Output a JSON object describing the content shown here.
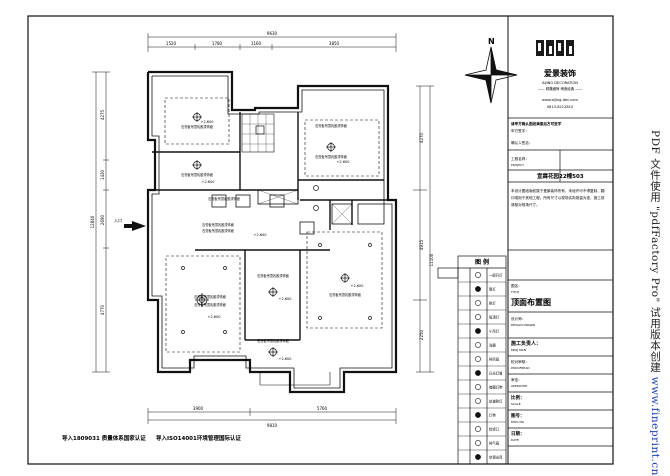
{
  "company": {
    "name_cn": "爱景装饰",
    "name_en": "AIJING DECORATION",
    "slogan": "—— 精雕细琢 缔造经典 ——",
    "website": "www.aijing-dec.com",
    "phone": "0813-8212810"
  },
  "title_block": {
    "notice": "请甲方确认图纸满意后方可签字",
    "client_sign_label": "甲方签字：",
    "client_confirm_label": "确认人签名：",
    "project_label": "工程名称：",
    "project_label_en": "PROJECT",
    "project_name": "宣霖花园22幢503",
    "note_text": "本设计图纸版权属于爱景装饰所有，未经许可不得复制、翻印或用于其他工程。所有尺寸以现场实际测量为准，施工前请核对现场尺寸。",
    "drawing_label": "图名：",
    "drawing_label_en": "TITLE",
    "drawing_name": "顶面布置图",
    "designer_label": "设计师：",
    "designer_en": "DESIGN DRAWN",
    "manager_label": "施工负责人：",
    "manager_en": "PROJ MAN",
    "reviewer_label": "校对审核：",
    "reviewer_en": "PROOFREAD",
    "approver_label": "审定：",
    "approver_en": "APPROVED",
    "scale_label": "比例：",
    "scale_en": "SCALE",
    "drawing_no_label": "图号：",
    "drawing_no_en": "DWG NO",
    "date_label": "日期：",
    "date_en": "DATE"
  },
  "legend": {
    "title": "图  例",
    "items": [
      "一般开灯",
      "筒灯",
      "射灯",
      "吸顶灯",
      "小吊灯",
      "浴霸",
      "排风扇",
      "日光灯管",
      "暗藏灯带",
      "轨道射灯",
      "灯带",
      "检修口",
      "排气扇",
      "空调出风"
    ]
  },
  "plan": {
    "dimensions_top": [
      "9630",
      "1520",
      "1780",
      "1160",
      "3850"
    ],
    "dimensions_bottom": [
      "3900",
      "5760",
      "9810"
    ],
    "dimensions_left": [
      "4275",
      "1430",
      "2690",
      "12840",
      "4770"
    ],
    "dimensions_right": [
      "4270",
      "11100",
      "4915",
      "2250"
    ],
    "ceiling_notes": [
      "石膏板吊顶乳胶漆饰面",
      "石膏板吊顶乳胶漆饰面",
      "石膏板吊顶乳胶漆饰面",
      "石膏板吊顶乳胶漆饰面",
      "石膏板吊顶乳胶漆饰面",
      "石膏板吊顶乳胶漆饰面",
      "石膏板吊顶乳胶漆饰面",
      "石膏板吊顶乳胶漆饰面",
      "石膏板吊顶乳胶漆饰面",
      "石膏板吊顶乳胶漆饰面",
      "石膏板吊顶乳胶漆饰面",
      "石膏板吊顶乳胶漆饰面"
    ],
    "levels": [
      "+2.600",
      "+2.600",
      "+2.600",
      "+2.600",
      "+2.600",
      "+2.600",
      "+2.600",
      "+2.600"
    ],
    "entry_arrow": "入口"
  },
  "footer": {
    "left_note": "导入1809031 质量体系国家认证",
    "right_note": "导入ISO14001环境管理国际认证"
  },
  "north": {
    "label": "N"
  },
  "watermark": {
    "prefix": "PDF 文件使用 \"pdfFactory Pro\" 试用版本创建",
    "link": "www.fineprint.cn"
  }
}
